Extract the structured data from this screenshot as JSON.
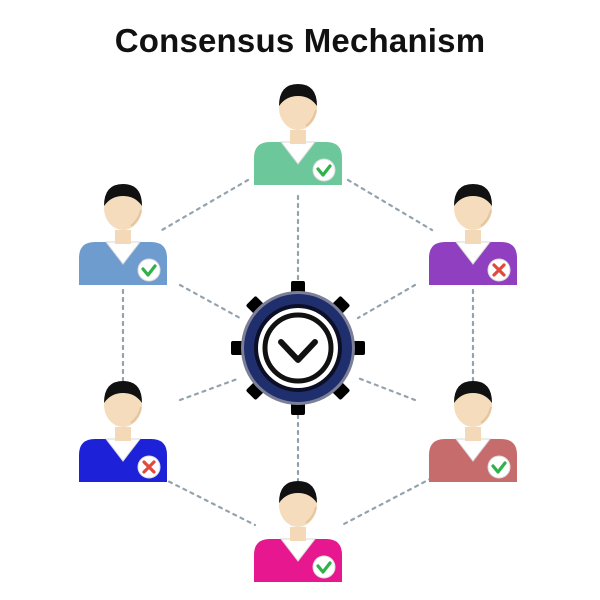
{
  "title": "Consensus Mechanism",
  "hub": {
    "icon": "check-gear-icon",
    "ring_color": "#1f2f6e",
    "inner_color": "#ffffff",
    "mark_color": "#111111"
  },
  "connector_color": "#93a3ad",
  "nodes": [
    {
      "id": "top",
      "shirt_color": "#6cc79a",
      "status": "approve"
    },
    {
      "id": "upper-left",
      "shirt_color": "#6f9ccf",
      "status": "approve"
    },
    {
      "id": "upper-right",
      "shirt_color": "#8f3fbf",
      "status": "reject"
    },
    {
      "id": "lower-left",
      "shirt_color": "#1d22d8",
      "status": "reject"
    },
    {
      "id": "lower-right",
      "shirt_color": "#c66c6c",
      "status": "approve"
    },
    {
      "id": "bottom",
      "shirt_color": "#e6178f",
      "status": "approve"
    }
  ],
  "status_colors": {
    "approve": "#2fb24a",
    "reject": "#e04a3c"
  }
}
